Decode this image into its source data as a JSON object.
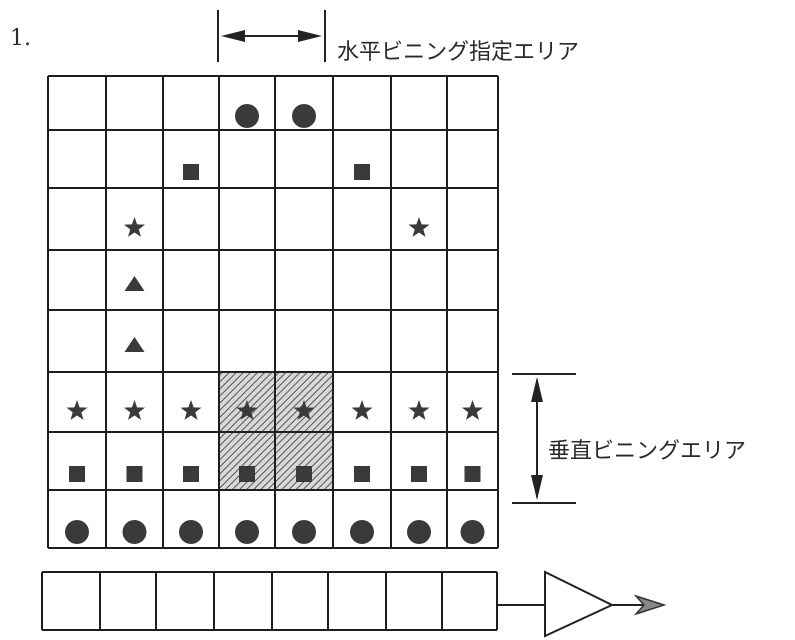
{
  "figure_number": "1.",
  "labels": {
    "horizontal_binning_area": "水平ビニング指定エリア",
    "vertical_binning_area": "垂直ビニングエリア"
  },
  "grid": {
    "rows": [
      [
        "",
        "",
        "",
        "circle",
        "circle",
        "",
        "",
        ""
      ],
      [
        "",
        "",
        "square",
        "",
        "",
        "square",
        "",
        ""
      ],
      [
        "",
        "star",
        "",
        "",
        "",
        "",
        "star",
        ""
      ],
      [
        "",
        "triangle",
        "",
        "",
        "",
        "",
        "",
        ""
      ],
      [
        "",
        "triangle",
        "",
        "",
        "",
        "",
        "",
        ""
      ],
      [
        "star",
        "star",
        "star",
        "star",
        "star",
        "star",
        "star",
        "star"
      ],
      [
        "square",
        "square",
        "square",
        "square",
        "square",
        "square",
        "square",
        "square"
      ],
      [
        "circle",
        "circle",
        "circle",
        "circle",
        "circle",
        "circle",
        "circle",
        "circle"
      ]
    ],
    "hatched_cells": [
      [
        5,
        3
      ],
      [
        5,
        4
      ],
      [
        6,
        3
      ],
      [
        6,
        4
      ]
    ]
  },
  "register": {
    "cells": 8
  },
  "colors": {
    "line": "#1e1e1e",
    "marker": "#3a3a3a",
    "hatch": "#555555"
  }
}
